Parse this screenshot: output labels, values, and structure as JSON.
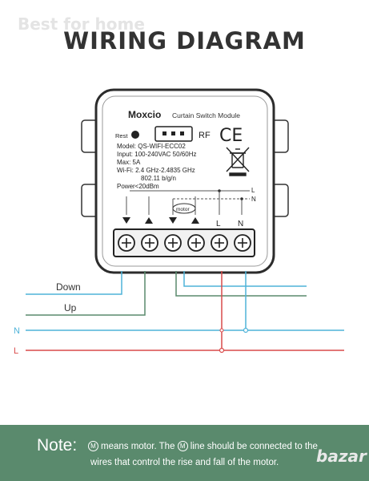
{
  "watermark": "Best for home",
  "title": "WIRING DIAGRAM",
  "module": {
    "brand": "Moxcio",
    "name": "Curtain Switch Module",
    "reset_label": "Rest",
    "rf_label": "RF",
    "ce_mark": "CE",
    "specs": [
      "Model:  QS-WIFI-ECC02",
      "Input:  100-240VAC 50/60Hz",
      "Max:  5A",
      "Wi-Fi: 2.4 GHz-2.4835 GHz",
      "802.11 b/g/n",
      "Power<20dBm"
    ],
    "motor_label": "motor",
    "terminal_labels": [
      "L",
      "N"
    ],
    "bus_labels": [
      "L",
      "N"
    ]
  },
  "wires": {
    "down": "Down",
    "up": "Up",
    "n": "N",
    "l": "L"
  },
  "colors": {
    "n_wire": "#4fb3d9",
    "l_wire": "#d94a4a",
    "down_wire": "#4fb3d9",
    "up_wire": "#5a8a6d",
    "note_bg": "#5a8a6d"
  },
  "note": {
    "label": "Note:",
    "symbol": "M",
    "line1_a": "means motor. The",
    "line1_b": "line should be connected to the",
    "line2": "wires that control the rise and fall of the motor."
  },
  "badge": "bazar"
}
